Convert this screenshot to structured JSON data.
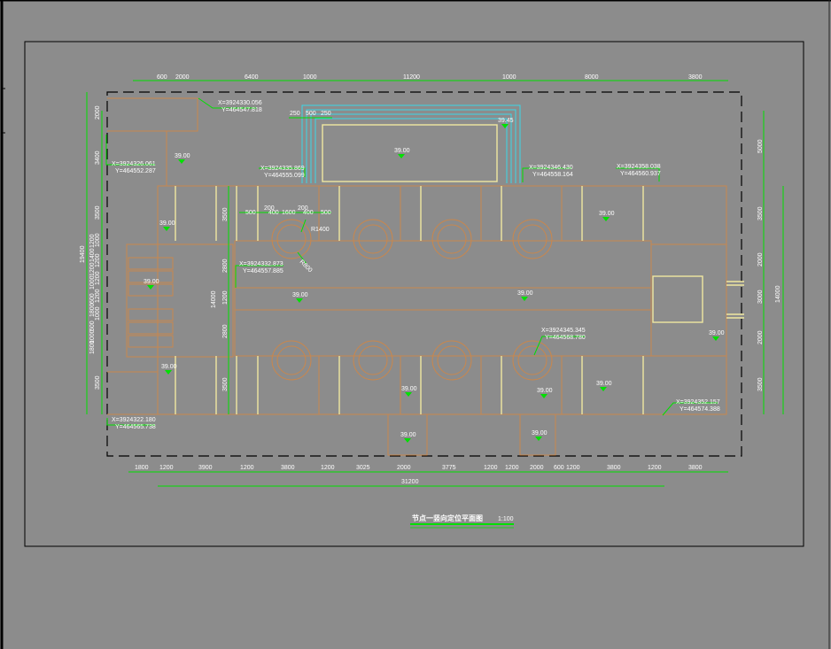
{
  "colors": {
    "background": "#8c8c8c",
    "border": "#000000",
    "plan_line": "#c8874e",
    "column_line": "#f0e8a0",
    "dimension": "#00e000",
    "water_edge": "#3ad8e8",
    "elevation_marker": "#00e000",
    "text": "#ffffff"
  },
  "title": {
    "main": "节点一竖向定位平面图",
    "scale": "1:100"
  },
  "top_dims": [
    "600",
    "2000",
    "6400",
    "1000",
    "11200",
    "1000",
    "8000",
    "3800"
  ],
  "top_small_dims": [
    "250",
    "500",
    "250"
  ],
  "bottom_dims": [
    "1800",
    "1200",
    "3900",
    "1200",
    "3800",
    "1200",
    "3025",
    "2000",
    "3775",
    "1200",
    "1200",
    "2000",
    "600",
    "1200",
    "3800",
    "1200",
    "3800"
  ],
  "bottom_total": "31200",
  "left_dims": [
    "2000",
    "3400",
    "3500",
    "1000",
    "1200",
    "1200",
    "1200",
    "1000",
    "3500"
  ],
  "left_small_dims": [
    "1200",
    "1400",
    "1200",
    "1000",
    "600",
    "1800",
    "600",
    "1000",
    "1800"
  ],
  "left_total": "19400",
  "inner_left_dims": [
    "3500",
    "2800",
    "1200",
    "2800",
    "3500"
  ],
  "inner_left_total": "14000",
  "right_dims": [
    "5000",
    "3500",
    "2000",
    "3000",
    "2000",
    "3500"
  ],
  "right_total": "14000",
  "circle_dims": [
    "500",
    "200",
    "400",
    "1600",
    "200",
    "400",
    "500"
  ],
  "radius_labels": [
    "R1400",
    "R800"
  ],
  "coords": [
    {
      "x": "X=3924330.056",
      "y": "Y=464547.818"
    },
    {
      "x": "X=3924326.061",
      "y": "Y=464552.287"
    },
    {
      "x": "X=3924335.869",
      "y": "Y=464555.099"
    },
    {
      "x": "X=3924346.430",
      "y": "Y=464558.164"
    },
    {
      "x": "X=3924358.038",
      "y": "Y=464560.937"
    },
    {
      "x": "X=3924332.873",
      "y": "Y=464557.885"
    },
    {
      "x": "X=3924345.345",
      "y": "Y=464568.780"
    },
    {
      "x": "X=3924322.180",
      "y": "Y=464565.738"
    },
    {
      "x": "X=3924352.157",
      "y": "Y=464574.388"
    }
  ],
  "elevations": [
    "39.00",
    "39.45",
    "39.00",
    "39.00",
    "39.00",
    "39.00",
    "39.00",
    "39.00",
    "39.00",
    "39.00",
    "39.00",
    "39.00",
    "39.00",
    "39.00",
    "39.00"
  ]
}
